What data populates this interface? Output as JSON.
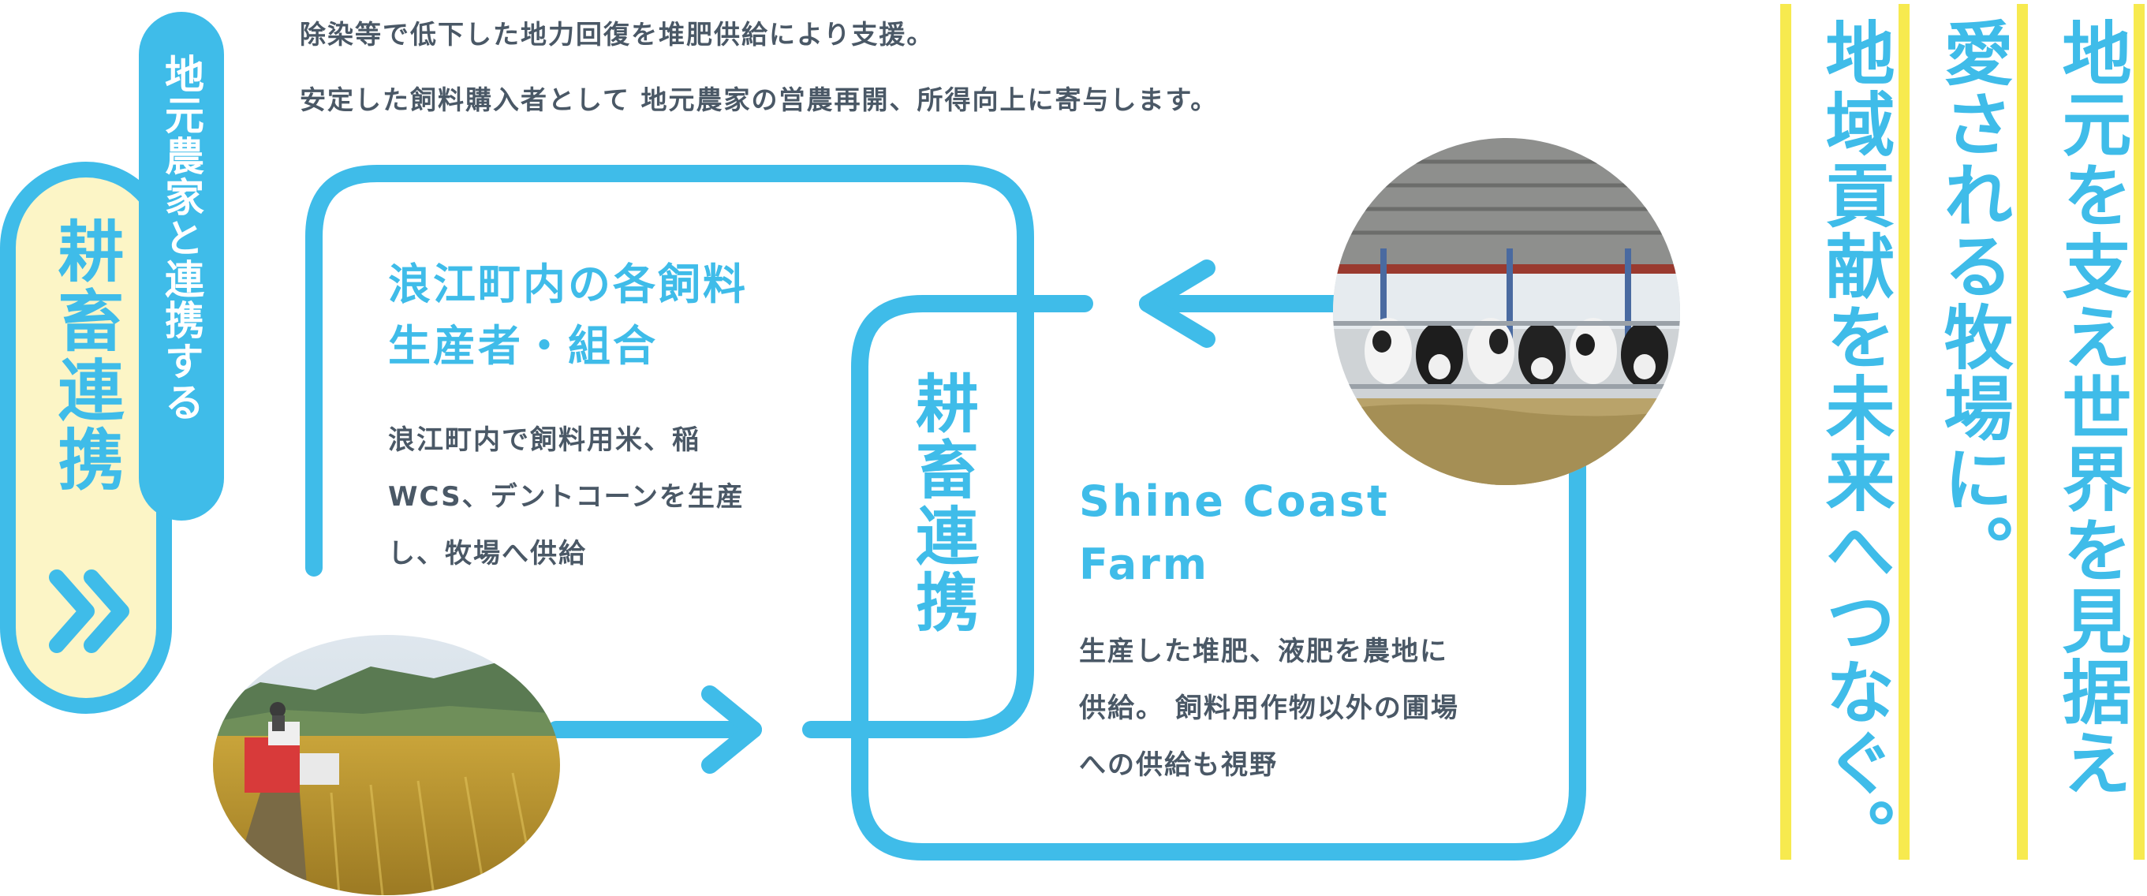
{
  "badge": {
    "title": "耕畜連携"
  },
  "coop_label": "地元農家と連携する",
  "intro": {
    "line1": "除染等で低下した地力回復を堆肥供給により支援。",
    "line2": "安定した飼料購入者として 地元農家の営農再開、所得向上に寄与します。"
  },
  "producer": {
    "title_line1": "浪江町内の各飼料",
    "title_line2": "生産者・組合",
    "desc_line1": "浪江町内で飼料用米、稲",
    "desc_line2": "WCS、デントコーンを生産",
    "desc_line3": "し、牧場へ供給"
  },
  "center_label": "耕畜連携",
  "farm": {
    "title_line1": "Shine Coast",
    "title_line2": "Farm",
    "desc_line1": "生産した堆肥、液肥を農地に",
    "desc_line2": "供給。 飼料用作物以外の圃場",
    "desc_line3": "への供給も視野"
  },
  "slogan": {
    "line1": "地元を支え世界を見据え",
    "line2": "愛される牧場に。",
    "line3": "地域貢献を未来へつなぐ。"
  },
  "colors": {
    "accent": "#3fbce9",
    "badge_fill": "#fcf5c6",
    "highlight": "#f7ea4f",
    "text": "#4a5866"
  },
  "icons": {
    "chevrons": "double-chevron-right-icon",
    "arrow_left": "arrow-left-icon",
    "arrow_right": "arrow-right-icon"
  }
}
